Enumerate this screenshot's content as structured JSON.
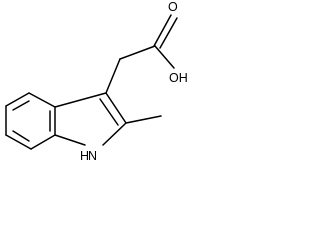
{
  "molecule": {
    "atoms": {
      "carbonyl_oxygen": "O",
      "hydroxyl": "OH",
      "ring_nitrogen": "H\nN",
      "ring_nh_h": "H",
      "ring_n": "N"
    }
  },
  "colors": {
    "bond": "#000000",
    "background": "#ffffff"
  }
}
